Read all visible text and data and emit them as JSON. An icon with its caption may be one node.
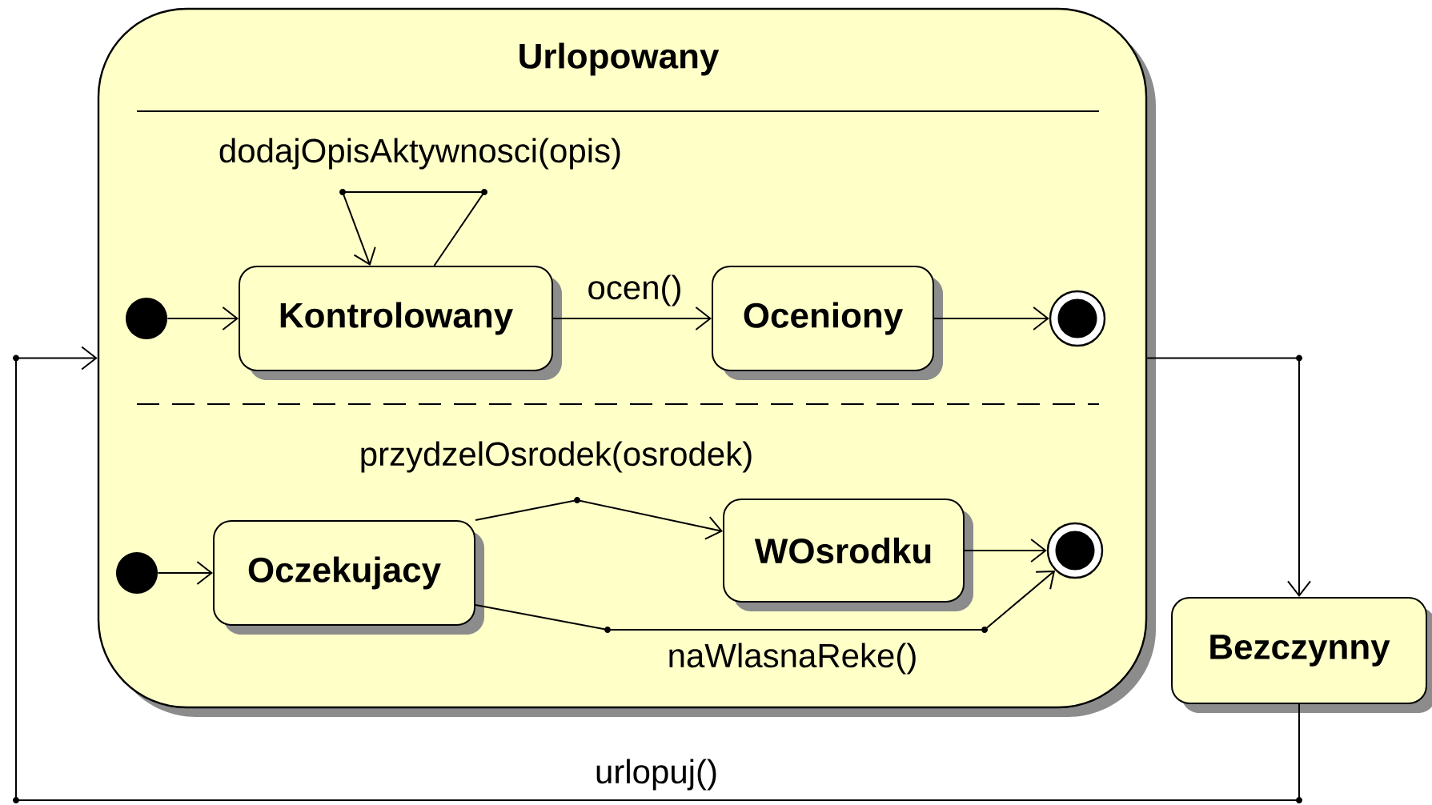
{
  "diagram": {
    "nodes": [
      {
        "text": [
          "Urlopowany"
        ]
      },
      {
        "text": [],
        "shape": "circle",
        "in": 0
      },
      {
        "text": [
          "Kontrolowany"
        ],
        "in": 0
      },
      {
        "text": [
          "Oceniony"
        ],
        "in": 0
      },
      {
        "text": [],
        "shape": "circle",
        "in": 0
      },
      {
        "text": [],
        "shape": "circle",
        "in": 0
      },
      {
        "text": [
          "Oczekujacy"
        ],
        "in": 0
      },
      {
        "text": [
          "WOsrodku"
        ],
        "in": 0
      },
      {
        "text": [],
        "shape": "circle",
        "in": 0
      },
      {
        "text": [
          "Bezczynny"
        ]
      }
    ],
    "edges": [
      {
        "from": 1,
        "to": 2,
        "arrow": "to"
      },
      {
        "from": 2,
        "to": 2,
        "arrow": "to",
        "label": "dodajOpisAktywnosci(opis)"
      },
      {
        "from": 2,
        "to": 3,
        "arrow": "to",
        "label": "ocen()"
      },
      {
        "from": 3,
        "to": 4,
        "arrow": "to"
      },
      {
        "from": 5,
        "to": 6,
        "arrow": "to"
      },
      {
        "from": 6,
        "to": 7,
        "arrow": "to",
        "label": "przydzelOsrodek(osrodek)"
      },
      {
        "from": 6,
        "to": 8,
        "arrow": "to",
        "label": "naWlasnaReke()"
      },
      {
        "from": 7,
        "to": 8,
        "arrow": "to"
      },
      {
        "from": 0,
        "to": 9,
        "arrow": "to"
      },
      {
        "from": 9,
        "to": 0,
        "arrow": "to",
        "label": "urlopuj()"
      }
    ]
  }
}
